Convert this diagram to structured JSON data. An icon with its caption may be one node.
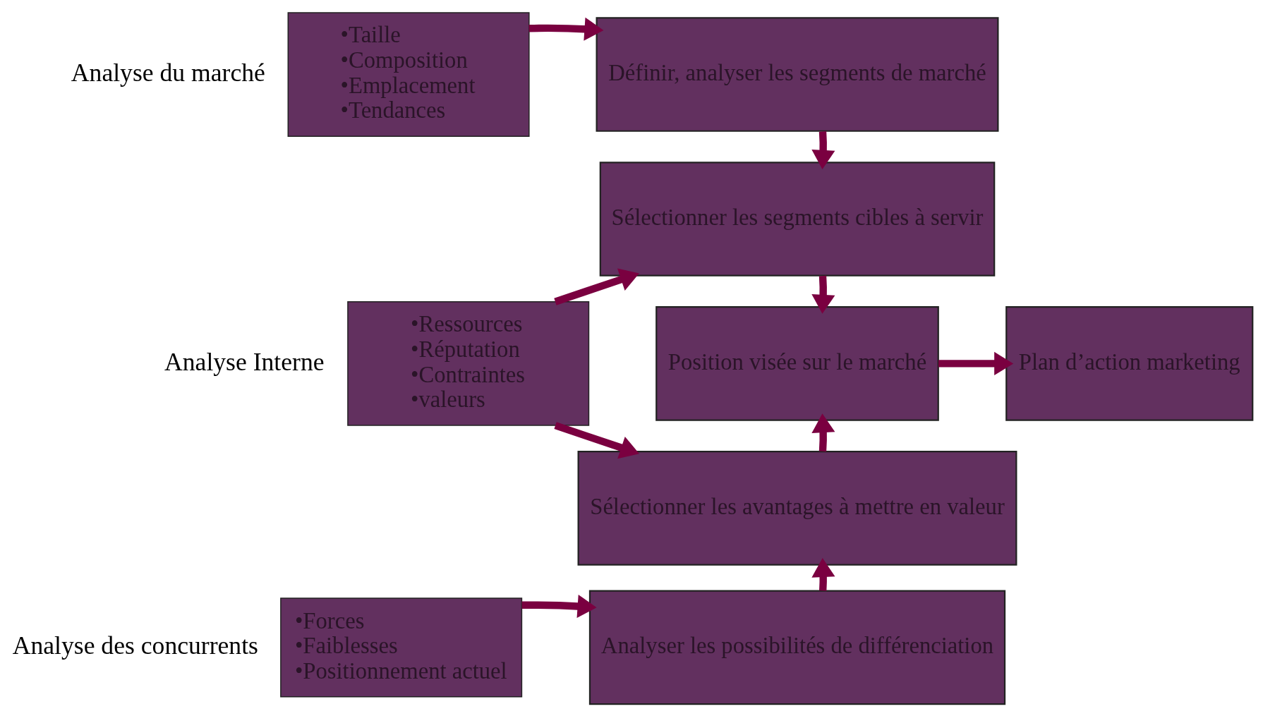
{
  "diagram": {
    "nodes": [
      {
        "text": [
          "•Taille",
          "•Composition",
          "•Emplacement",
          "•Tendances"
        ],
        "beside": [
          "Analyse du marché"
        ]
      },
      {
        "text": [
          "•Ressources",
          "•Réputation",
          "•Contraintes",
          "•valeurs"
        ],
        "beside": [
          "Analyse Interne"
        ]
      },
      {
        "text": [
          "•Forces",
          "•Faiblesses",
          "•Positionnement actuel"
        ],
        "beside": [
          "Analyse des concurrents"
        ]
      },
      {
        "text": [
          "Définir, analyser les segments de marché"
        ]
      },
      {
        "text": [
          "Sélectionner les segments cibles à servir"
        ]
      },
      {
        "text": [
          "Position visée sur le marché"
        ]
      },
      {
        "text": [
          "Sélectionner les avantages à mettre en valeur"
        ]
      },
      {
        "text": [
          "Analyser les possibilités de différenciation"
        ]
      },
      {
        "text": [
          "Plan d’action marketing"
        ]
      }
    ],
    "edges": [
      {
        "from": 0,
        "to": 3,
        "arrow": "to"
      },
      {
        "from": 1,
        "to": 4,
        "arrow": "to"
      },
      {
        "from": 1,
        "to": 6,
        "arrow": "to"
      },
      {
        "from": 2,
        "to": 7,
        "arrow": "to"
      },
      {
        "from": 3,
        "to": 4,
        "arrow": "to"
      },
      {
        "from": 4,
        "to": 5,
        "arrow": "to"
      },
      {
        "from": 6,
        "to": 5,
        "arrow": "to"
      },
      {
        "from": 7,
        "to": 6,
        "arrow": "to"
      },
      {
        "from": 5,
        "to": 8,
        "arrow": "to"
      }
    ]
  }
}
